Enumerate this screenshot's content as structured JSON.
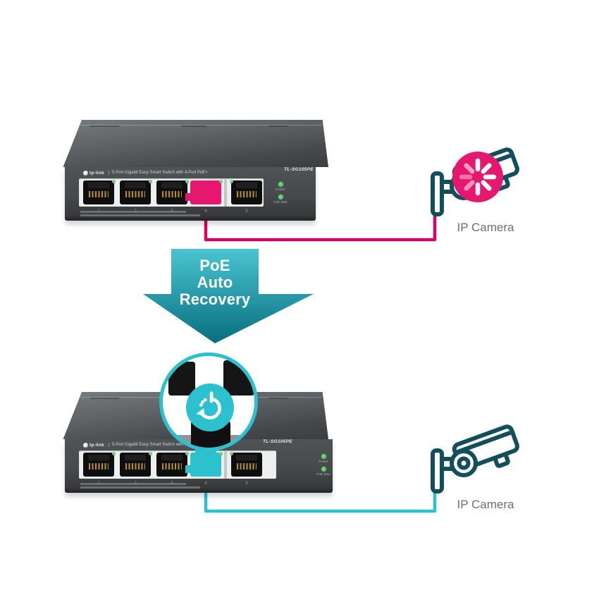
{
  "theme": {
    "pink": "#e6176e",
    "pink_cable": "#d40562",
    "teal": "#2bc1ce",
    "arrow_top": "#4ac4d0",
    "arrow_bottom": "#076e80",
    "cam_stroke": "#134e5d",
    "label_gray": "#6f6f6f",
    "led_green": "#46b34a"
  },
  "arrow": {
    "line1": "PoE",
    "line2": "Auto",
    "line3": "Recovery"
  },
  "top_scene": {
    "camera_label": "IP Camera",
    "camera_icon": "cctv-camera-frozen-with-loading-spinner"
  },
  "bottom_scene": {
    "camera_label": "IP Camera",
    "camera_icon": "cctv-camera-working"
  },
  "switches": {
    "top": {
      "brand": "tp-link",
      "title": "5-Port Gigabit Easy Smart Switch with 4-Port PoE+",
      "model": "TL-SG105PE",
      "ports": [
        "1",
        "2",
        "3",
        "4",
        "5"
      ],
      "highlighted_port": "4",
      "highlight": "pink",
      "leds": {
        "power": "Power",
        "poe_max": "PoE Max"
      }
    },
    "bottom": {
      "brand": "tp-link",
      "title": "5-Port Gigabit Easy Smart Switch with 4-Port PoE+",
      "model": "TL-SG105PE",
      "ports": [
        "1",
        "2",
        "3",
        "4",
        "5"
      ],
      "highlighted_port": "4",
      "highlight": "teal",
      "leds": {
        "power": "Power",
        "poe_max": "PoE Max"
      }
    }
  },
  "magnifier": {
    "icon": "poe-auto-recovery-restart-timer"
  }
}
